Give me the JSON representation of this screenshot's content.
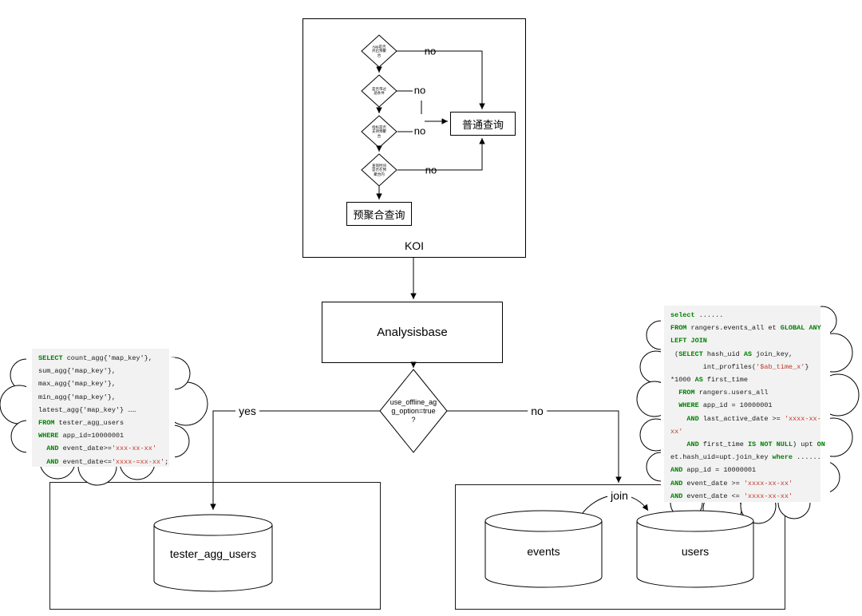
{
  "koi": {
    "label": "KOI",
    "diamonds": [
      {
        "text": "App是否\n开启预聚\n合",
        "no_label": "no"
      },
      {
        "text": "是否带过\n滤条件",
        "no_label": "no"
      },
      {
        "text": "指标是否\n支持预聚\n合",
        "no_label": "no"
      },
      {
        "text": "查询时间\n是否在预\n聚合内",
        "no_label": "no"
      }
    ],
    "normal_query_label": "普通查询",
    "preagg_query_label": "预聚合查询"
  },
  "flow": {
    "analysisbase_label": "Analysisbase",
    "decision_label": "use_offline_ag\ng_option=true\n?",
    "yes_label": "yes",
    "no_label": "no",
    "join_label": "join"
  },
  "datastores": {
    "left_box_table": "tester_agg_users",
    "right_box_tables": [
      "events",
      "users"
    ]
  },
  "colors": {
    "keyword": "#008000",
    "string": "#c0392b",
    "code_background": "#f2f2f2",
    "line": "#000000"
  },
  "sql_left": {
    "lines": [
      [
        [
          "k",
          "SELECT"
        ],
        [
          "p",
          " count_agg{'map_key'},"
        ]
      ],
      [
        [
          "p",
          "sum_agg{'map_key'},"
        ]
      ],
      [
        [
          "p",
          "max_agg{'map_key'},"
        ]
      ],
      [
        [
          "p",
          "min_agg{'map_key'},"
        ]
      ],
      [
        [
          "p",
          "latest_agg{'map_key'} ……"
        ]
      ],
      [
        [
          "k",
          "FROM"
        ],
        [
          "p",
          " tester_agg_users"
        ]
      ],
      [
        [
          "k",
          "WHERE"
        ],
        [
          "p",
          " app_id=10000001"
        ]
      ],
      [
        [
          "p",
          "  "
        ],
        [
          "k",
          "AND"
        ],
        [
          "p",
          " event_date>="
        ],
        [
          "s",
          "'xxx-xx-xx'"
        ]
      ],
      [
        [
          "p",
          "  "
        ],
        [
          "k",
          "AND"
        ],
        [
          "p",
          " event_date<="
        ],
        [
          "s",
          "'xxxx-=xx-xx'"
        ],
        [
          "p",
          ";"
        ]
      ]
    ]
  },
  "sql_right": {
    "lines": [
      [
        [
          "k",
          "select"
        ],
        [
          "p",
          " ......"
        ]
      ],
      [
        [
          "k",
          "FROM"
        ],
        [
          "p",
          " rangers.events_all et "
        ],
        [
          "k",
          "GLOBAL ANY"
        ]
      ],
      [
        [
          "k",
          "LEFT JOIN"
        ]
      ],
      [
        [
          "p",
          " ("
        ],
        [
          "k",
          "SELECT"
        ],
        [
          "p",
          " hash_uid "
        ],
        [
          "k",
          "AS"
        ],
        [
          "p",
          " join_key,"
        ]
      ],
      [
        [
          "p",
          "        int_profiles("
        ],
        [
          "s",
          "'$ab_time_x'"
        ],
        [
          "p",
          "}"
        ]
      ],
      [
        [
          "p",
          "*1000 "
        ],
        [
          "k",
          "AS"
        ],
        [
          "p",
          " first_time"
        ]
      ],
      [
        [
          "p",
          "  "
        ],
        [
          "k",
          "FROM"
        ],
        [
          "p",
          " rangers.users_all"
        ]
      ],
      [
        [
          "p",
          "  "
        ],
        [
          "k",
          "WHERE"
        ],
        [
          "p",
          " app_id = 10000001"
        ]
      ],
      [
        [
          "p",
          "    "
        ],
        [
          "k",
          "AND"
        ],
        [
          "p",
          " last_active_date >= "
        ],
        [
          "s",
          "'xxxx-xx-"
        ]
      ],
      [
        [
          "s",
          "xx'"
        ]
      ],
      [
        [
          "p",
          "    "
        ],
        [
          "k",
          "AND"
        ],
        [
          "p",
          " first_time "
        ],
        [
          "k",
          "IS NOT NULL"
        ],
        [
          "p",
          ") upt "
        ],
        [
          "k",
          "ON"
        ]
      ],
      [
        [
          "p",
          "et.hash_uid=upt.join_key "
        ],
        [
          "k",
          "where"
        ],
        [
          "p",
          " ......"
        ]
      ],
      [
        [
          "k",
          "AND"
        ],
        [
          "p",
          " app_id = 10000001"
        ]
      ],
      [
        [
          "k",
          "AND"
        ],
        [
          "p",
          " event_date >= "
        ],
        [
          "s",
          "'xxxx-xx-xx'"
        ]
      ],
      [
        [
          "k",
          "AND"
        ],
        [
          "p",
          " event_date <= "
        ],
        [
          "s",
          "'xxxx-xx-xx'"
        ]
      ]
    ]
  }
}
